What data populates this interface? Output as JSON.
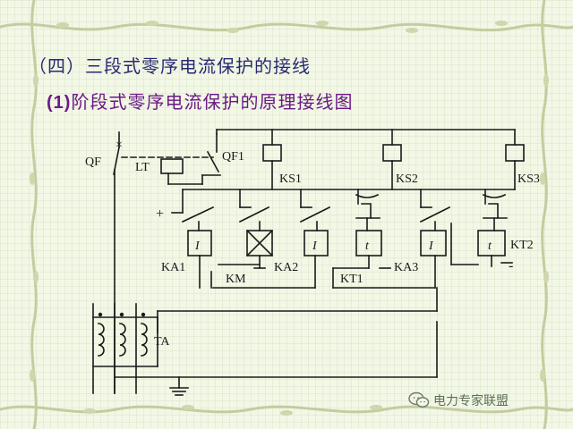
{
  "slide": {
    "title": "（四）三段式零序电流保护的接线",
    "subtitle_num": "(1)",
    "subtitle_text": "阶段式零序电流保护的原理接线图"
  },
  "diagram": {
    "labels": {
      "qf": "QF",
      "qf1": "QF1",
      "lt": "LT",
      "ks1": "KS1",
      "ks2": "KS2",
      "ks3": "KS3",
      "plus": "+",
      "minus": "-",
      "ka1": "KA1",
      "km": "KM",
      "ka2": "KA2",
      "kt1": "KT1",
      "ka3": "KA3",
      "kt2": "KT2",
      "ta": "TA",
      "switch_mark": "×",
      "relay_i1": "I",
      "relay_i2": "I",
      "relay_i3": "I",
      "relay_t1": "t",
      "relay_t2": "t"
    }
  },
  "watermark": {
    "text": "电力专家联盟"
  },
  "colors": {
    "background": "#f2f7e6",
    "title": "#2a2a72",
    "subtitle": "#6b1a86",
    "border_vine": "#bfc79a",
    "line": "#1a1a1a"
  }
}
